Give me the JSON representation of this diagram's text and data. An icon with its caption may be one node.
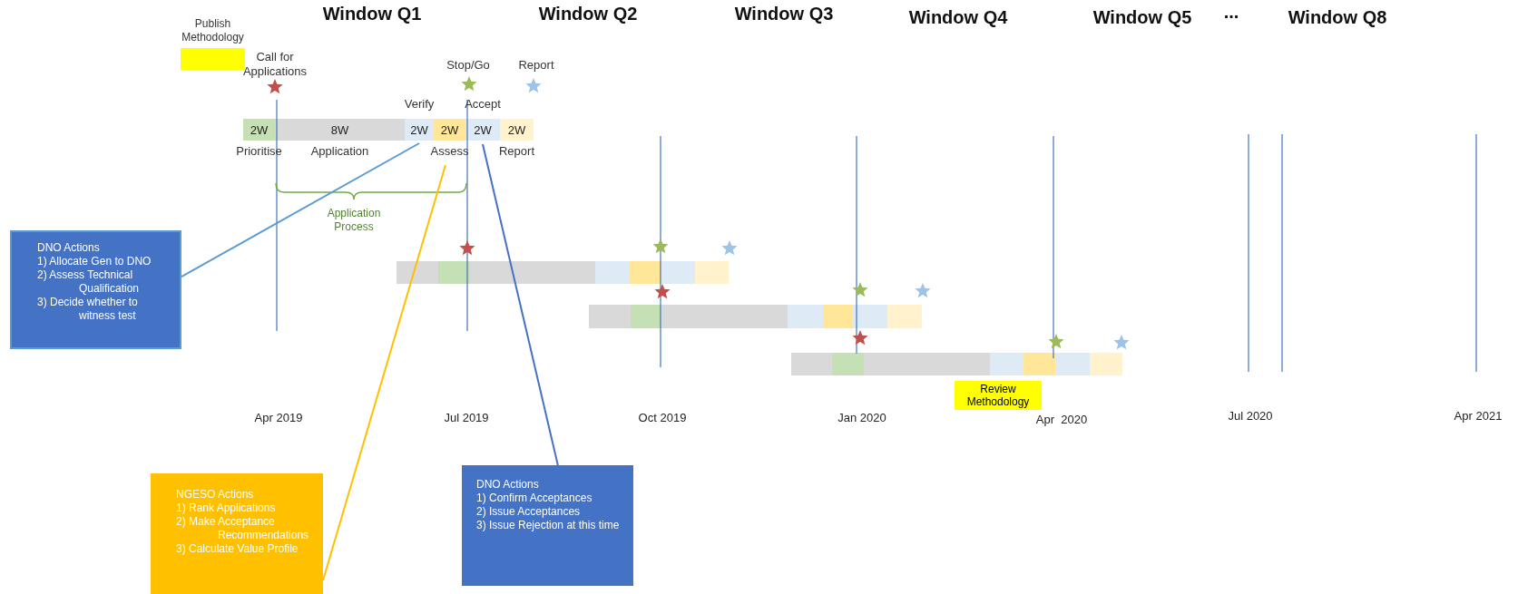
{
  "diagram": {
    "nodes": [
      {
        "text": [
          "Publish Methodology"
        ]
      },
      {
        "text": [
          "2W"
        ],
        "beside": [
          "Prioritise"
        ]
      },
      {
        "text": [
          "8W"
        ],
        "beside": [
          "Application"
        ]
      },
      {
        "text": [
          "2W"
        ],
        "beside": [
          "Verify"
        ]
      },
      {
        "text": [
          "2W"
        ],
        "beside": [
          "Assess"
        ]
      },
      {
        "text": [
          "2W"
        ],
        "beside": [
          "Accept"
        ]
      },
      {
        "text": [
          "2W"
        ],
        "beside": [
          "Report"
        ]
      },
      {
        "text": [],
        "shape": "bar"
      },
      {
        "text": [],
        "shape": "bar"
      },
      {
        "text": [],
        "shape": "bar"
      },
      {
        "text": [],
        "shape": "bar"
      },
      {
        "text": [],
        "shape": "bar"
      },
      {
        "text": [],
        "shape": "bar"
      },
      {
        "text": [],
        "shape": "bar"
      },
      {
        "text": [],
        "shape": "bar"
      },
      {
        "text": [],
        "shape": "bar"
      },
      {
        "text": [],
        "shape": "bar"
      },
      {
        "text": [],
        "shape": "bar"
      },
      {
        "text": [],
        "shape": "bar"
      },
      {
        "text": [],
        "shape": "bar"
      },
      {
        "text": [],
        "shape": "bar"
      },
      {
        "text": [],
        "shape": "bar"
      },
      {
        "text": [],
        "shape": "bar"
      },
      {
        "text": [],
        "shape": "bar"
      },
      {
        "text": [],
        "shape": "bar"
      },
      {
        "text": [],
        "shape": "bar"
      },
      {
        "text": [],
        "shape": "bar"
      },
      {
        "text": [],
        "shape": "bar"
      },
      {
        "text": [
          "Review Methodology"
        ]
      },
      {
        "text": [
          "DNO Actions",
          "1) Allocate Gen to DNO",
          "2) Assess Technical Qualification",
          "3) Decide whether to witness test"
        ]
      },
      {
        "text": [
          "NGESO Actions",
          "1) Rank Applications",
          "2) Make Acceptance Recommendations",
          "3) Calculate Value Profile"
        ]
      },
      {
        "text": [
          "DNO Actions",
          "1) Confirm Acceptances",
          "2) Issue Acceptances",
          "3) Issue Rejection at this time"
        ]
      }
    ],
    "edges": [
      {
        "from": 3,
        "to": 29,
        "arrow": "none",
        "color": "#5b9bd5"
      },
      {
        "from": 4,
        "to": 30,
        "arrow": "none",
        "color": "#ffc000"
      },
      {
        "from": 5,
        "to": 31,
        "arrow": "none",
        "color": "#4472c4"
      }
    ],
    "labels": [
      "Window Q1",
      "Window Q2",
      "Window Q3",
      "Window Q4",
      "Window Q5",
      "...",
      "Window Q8",
      "Call for Applications",
      "Stop/Go",
      "Report",
      "Application Process",
      "Apr 2019",
      "Jul 2019",
      "Oct 2019",
      "Jan 2020",
      "Apr  2020",
      "Jul 2020",
      "Apr 2021"
    ]
  }
}
